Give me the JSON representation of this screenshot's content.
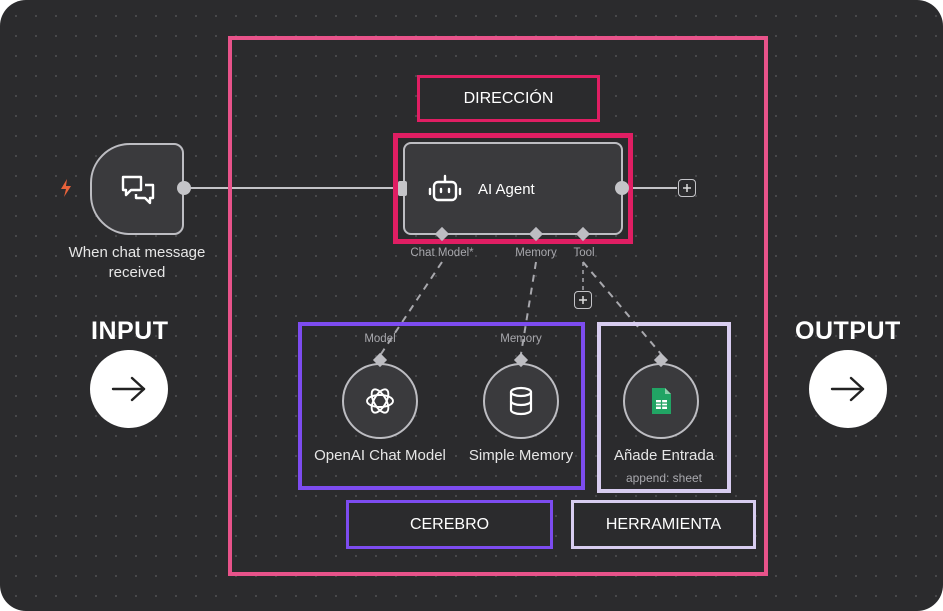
{
  "trigger": {
    "caption": "When chat message received",
    "caption_line1": "When chat message",
    "caption_line2": "received"
  },
  "agent": {
    "title": "AI Agent",
    "ports": {
      "chat_model": "Chat Model*",
      "memory": "Memory",
      "tool": "Tool"
    }
  },
  "sub_nodes": {
    "openai": {
      "port_label": "Model",
      "caption": "OpenAI Chat Model"
    },
    "memory": {
      "port_label": "Memory",
      "caption": "Simple Memory"
    },
    "sheet": {
      "caption": "Añade Entrada",
      "subcaption": "append: sheet"
    }
  },
  "labels": {
    "direction": "DIRECCIÓN",
    "brain": "CEREBRO",
    "tool": "HERRAMIENTA",
    "input": "INPUT",
    "output": "OUTPUT"
  },
  "colors": {
    "outer_frame": "#e8538a",
    "direction_frame": "#e01e63",
    "brain_frame": "#7d4cf0",
    "tool_frame": "#d8cdf0",
    "canvas_bg": "#2b2b2d",
    "trigger_icon": "#e8623a",
    "sheet_icon": "#21a464"
  },
  "icons": {
    "trigger": "lightning-icon",
    "chat": "chat-bubbles-icon",
    "agent": "robot-icon",
    "openai": "openai-logo-icon",
    "memory": "database-icon",
    "sheet": "google-sheets-icon",
    "add": "plus-icon",
    "arrow": "arrow-right-icon"
  }
}
